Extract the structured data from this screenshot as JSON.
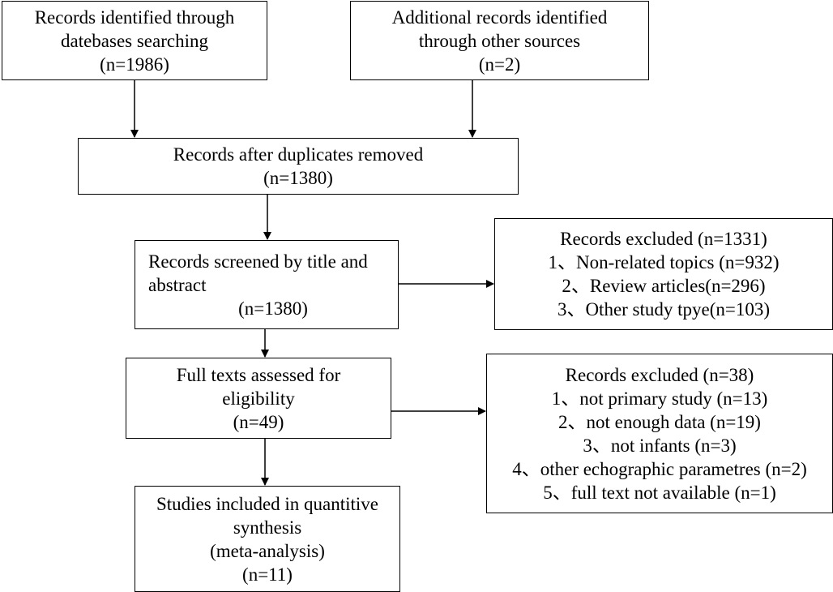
{
  "boxes": {
    "database_records": {
      "lines": [
        "Records identified through",
        "datebases searching",
        "(n=1986)"
      ]
    },
    "other_records": {
      "lines": [
        "Additional records identified",
        "through other sources",
        "(n=2)"
      ]
    },
    "after_duplicates": {
      "lines": [
        "Records after duplicates removed",
        "(n=1380)"
      ]
    },
    "screened": {
      "lines": [
        "Records screened by title and",
        "abstract",
        "(n=1380)"
      ]
    },
    "excluded_screening": {
      "lines": [
        "Records excluded (n=1331)",
        "1、Non-related topics (n=932)",
        "2、Review articles(n=296)",
        "3、Other study tpye(n=103)"
      ]
    },
    "full_text": {
      "lines": [
        "Full texts assessed for",
        "eligibility",
        "(n=49)"
      ]
    },
    "excluded_full_text": {
      "lines": [
        "Records excluded (n=38)",
        "1、not primary study (n=13)",
        "2、not enough data (n=19)",
        "3、not infants (n=3)",
        "4、other echographic parametres (n=2)",
        "5、full text not available (n=1)"
      ]
    },
    "included": {
      "lines": [
        "Studies included in quantitive",
        "synthesis",
        "(meta-analysis)",
        "(n=11)"
      ]
    }
  }
}
